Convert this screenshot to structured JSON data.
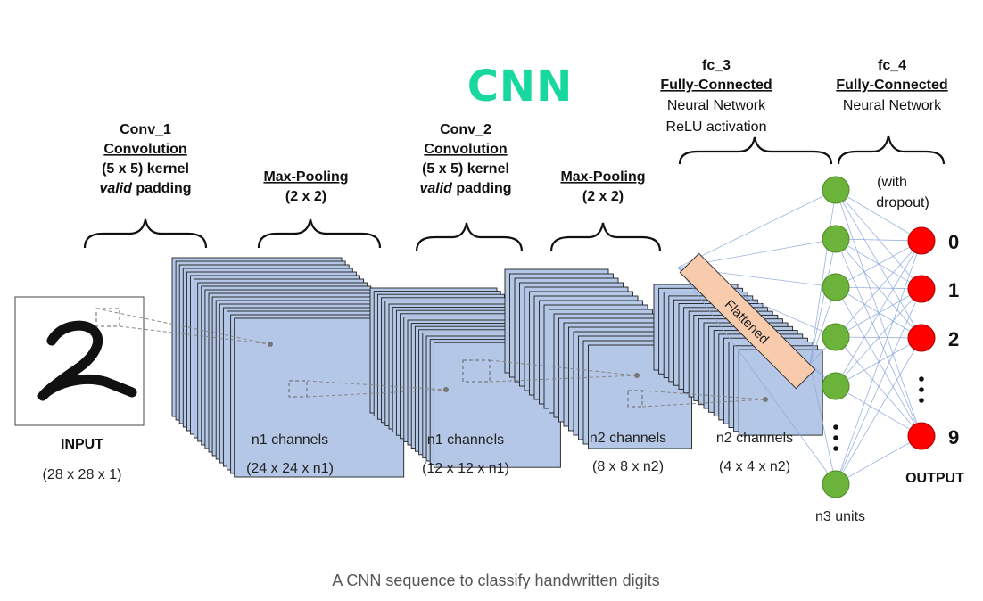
{
  "title": "CNN",
  "caption": "A CNN sequence to classify handwritten digits",
  "colors": {
    "title": "#18d8a0",
    "feature_map_fill": "#b4c7e7",
    "hidden_node": "#6bb33a",
    "output_node": "#ff0000",
    "flatten_bar": "#f8cbad",
    "edges": "#8faadc"
  },
  "input": {
    "label": "INPUT",
    "dims": "(28 x 28 x 1)",
    "digit": "2"
  },
  "stages": [
    {
      "name": "Conv_1",
      "type": "Convolution",
      "kernel": "(5 x 5) kernel",
      "padding_em": "valid",
      "padding_rest": " padding",
      "channels": "n1 channels",
      "dims": "(24 x 24 x n1)"
    },
    {
      "name": "Max-Pooling",
      "size": "(2 x 2)",
      "channels": "n1 channels",
      "dims": "(12 x 12 x n1)"
    },
    {
      "name": "Conv_2",
      "type": "Convolution",
      "kernel": "(5 x 5) kernel",
      "padding_em": "valid",
      "padding_rest": " padding",
      "channels": "n2 channels",
      "dims": "(8 x 8 x n2)"
    },
    {
      "name": "Max-Pooling",
      "size": "(2 x 2)",
      "channels": "n2 channels",
      "dims": "(4 x 4 x n2)"
    }
  ],
  "flatten_label": "Flattened",
  "fc3": {
    "name": "fc_3",
    "type": "Fully-Connected",
    "desc1": "Neural Network",
    "desc2": "ReLU activation",
    "units": "n3 units"
  },
  "fc4": {
    "name": "fc_4",
    "type": "Fully-Connected",
    "desc1": "Neural Network",
    "dropout1": "(with",
    "dropout2": "dropout)"
  },
  "output": {
    "label": "OUTPUT",
    "digits": [
      "0",
      "1",
      "2",
      "9"
    ]
  }
}
